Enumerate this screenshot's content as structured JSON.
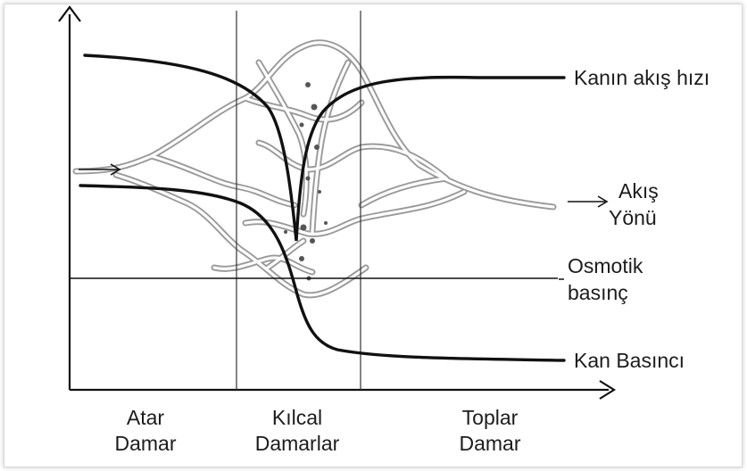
{
  "diagram": {
    "labels": {
      "velocity": "Kanın akış hızı",
      "flow_line1": "Akış",
      "flow_line2": "Yönü",
      "osmotic_line1": "Osmotik",
      "osmotic_line2": "basınç",
      "pressure": "Kan Basıncı"
    },
    "regions": [
      {
        "line1": "Atar",
        "line2": "Damar"
      },
      {
        "line1": "Kılcal",
        "line2": "Damarlar"
      },
      {
        "line1": "Toplar",
        "line2": "Damar"
      }
    ]
  },
  "colors": {
    "ink": "#111111",
    "vessel": "#9a9a9a",
    "text": "#1c1c1c"
  }
}
